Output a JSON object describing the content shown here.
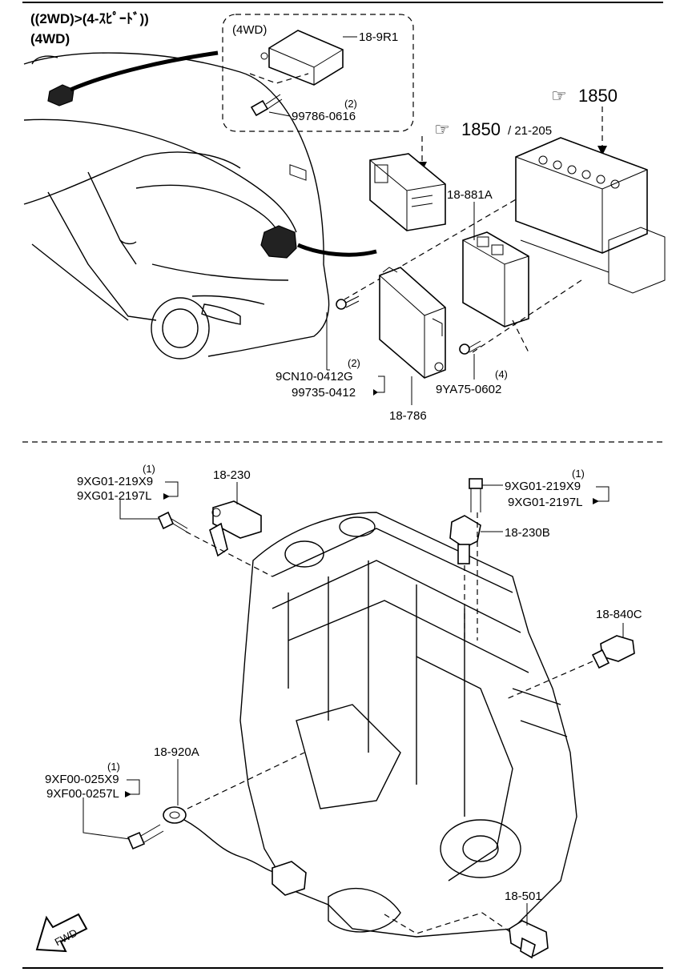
{
  "header": {
    "line1": "((2WD)>(4-ｽﾋﾟｰﾄﾞ))",
    "line2": "(4WD)"
  },
  "inset": {
    "title": "(4WD)",
    "part": "18-9R1",
    "bolt_qty": "(2)",
    "bolt_part": "99786-0616"
  },
  "refs": {
    "battery_ref": "1850",
    "box_ref": "1850",
    "box_ref_suffix": "/ 21-205"
  },
  "upper": {
    "module_a": "18-881A",
    "module_b": "18-786",
    "screw_left_qty": "(2)",
    "screw_left_part1": "9CN10-0412G",
    "screw_left_part2": "99735-0412",
    "screw_right_qty": "(4)",
    "screw_right_part": "9YA75-0602"
  },
  "lower": {
    "cam_sensor_left": "18-230",
    "cam_bolt_left_qty": "(1)",
    "cam_bolt_left_part1": "9XG01-219X9",
    "cam_bolt_left_part2": "9XG01-2197L",
    "cam_sensor_right": "18-230B",
    "cam_bolt_right_qty": "(1)",
    "cam_bolt_right_part1": "9XG01-219X9",
    "cam_bolt_right_part2": "9XG01-2197L",
    "temp_sensor": "18-840C",
    "knock_sensor": "18-920A",
    "knock_bolt_qty": "(1)",
    "knock_bolt_part1": "9XF00-025X9",
    "knock_bolt_part2": "9XF00-0257L",
    "crank_sensor": "18-501",
    "fwd": "FWD"
  }
}
